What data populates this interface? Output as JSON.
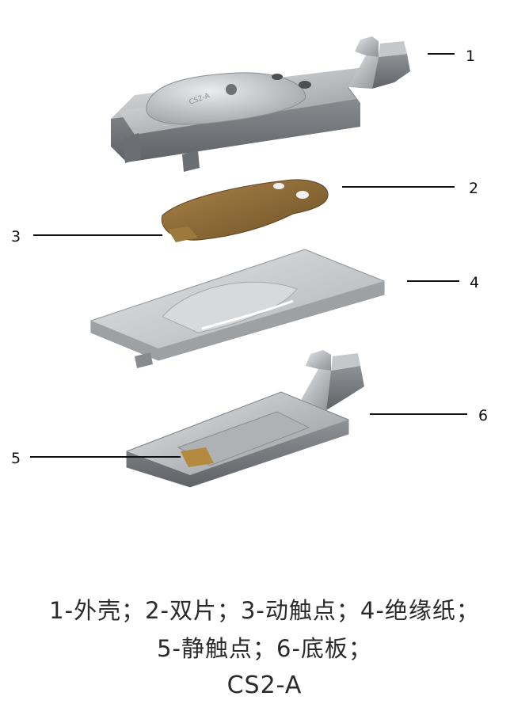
{
  "labels": [
    "1",
    "2",
    "3",
    "4",
    "5",
    "6"
  ],
  "part_marking": "CS2-A",
  "caption": {
    "line1": "1-外壳；2-双片；3-动触点；4-绝缘纸；",
    "line2": "5-静触点；6-底板；"
  },
  "model": "CS2-A",
  "colors": {
    "metal": "#b9bcbf",
    "metal_dark": "#7d8185",
    "bimetal": "#8a6a3a",
    "contact": "#b38a3e",
    "paper": "#c9ccce"
  }
}
